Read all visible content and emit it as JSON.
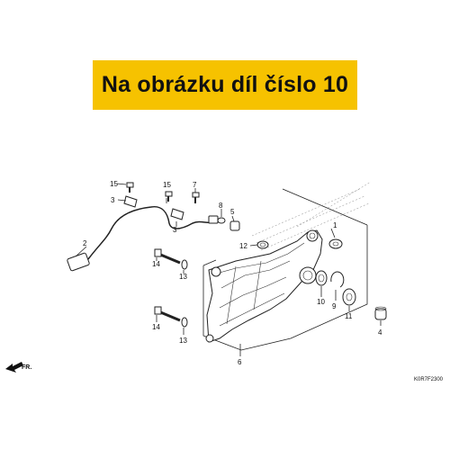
{
  "banner": {
    "text": "Na obrázku díl číslo 10",
    "color": "#f6c200"
  },
  "diagram": {
    "code": "K0R7F2300",
    "direction_label": "FR.",
    "callouts": [
      "1",
      "2",
      "3",
      "3",
      "4",
      "5",
      "6",
      "7",
      "8",
      "9",
      "10",
      "11",
      "12",
      "13",
      "13",
      "14",
      "14",
      "15",
      "15"
    ]
  }
}
